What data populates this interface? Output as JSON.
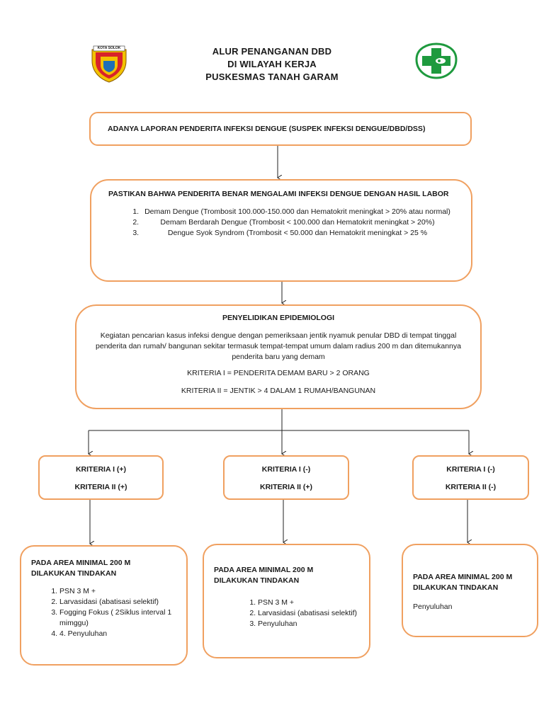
{
  "header": {
    "title_lines": [
      "ALUR PENANGANAN DBD",
      "DI WILAYAH KERJA",
      "PUSKESMAS TANAH GARAM"
    ],
    "logo_left": {
      "text": "KOTA SOLOK",
      "icon": "kota-solok-crest-icon"
    },
    "logo_right": {
      "icon": "puskesmas-cross-icon"
    }
  },
  "step1": {
    "text": "ADANYA LAPORAN PENDERITA INFEKSI DENGUE (SUSPEK INFEKSI DENGUE/DBD/DSS)"
  },
  "step2": {
    "heading": "PASTIKAN BAHWA PENDERITA BENAR MENGALAMI INFEKSI DENGUE DENGAN HASIL LABOR",
    "items": [
      "Demam Dengue (Trombosit 100.000-150.000 dan Hematokrit meningkat > 20% atau normal)",
      "Demam Berdarah Dengue (Trombosit < 100.000 dan Hematokrit  meningkat > 20%)",
      "Dengue Syok Syndrom (Trombosit < 50.000 dan Hematokrit meningkat > 25 %"
    ]
  },
  "step3": {
    "heading": "PENYELIDIKAN EPIDEMIOLOGI",
    "description": "Kegiatan pencarian kasus infeksi dengue dengan pemeriksaan jentik nyamuk penular DBD di tempat tinggal penderita dan rumah/ bangunan sekitar termasuk tempat-tempat umum dalam radius 200 m dan ditemukannya penderita baru yang demam",
    "criteria_1": "KRITERIA I = PENDERITA DEMAM BARU > 2 ORANG",
    "criteria_2": "KRITERIA II = JENTIK > 4 DALAM 1 RUMAH/BANGUNAN"
  },
  "branches": [
    {
      "criteria_1": "KRITERIA I (+)",
      "criteria_2": "KRITERIA II (+)",
      "action_heading": "PADA AREA MINIMAL 200 M DILAKUKAN TINDAKAN",
      "actions": [
        "PSN 3 M +",
        "Larvasidasi (abatisasi selektif)",
        "Fogging Fokus ( 2Siklus interval 1 mimggu)",
        "4. Penyuluhan"
      ]
    },
    {
      "criteria_1": "KRITERIA I (-)",
      "criteria_2": "KRITERIA II (+)",
      "action_heading": "PADA AREA MINIMAL 200 M DILAKUKAN TINDAKAN",
      "actions": [
        "PSN 3 M +",
        "Larvasidasi (abatisasi selektif)",
        "Penyuluhan"
      ]
    },
    {
      "criteria_1": "KRITERIA I (-)",
      "criteria_2": "KRITERIA II (-)",
      "action_heading": "PADA AREA MINIMAL 200 M DILAKUKAN TINDAKAN",
      "action_text": "Penyuluhan"
    }
  ],
  "colors": {
    "box_border": "#f0a060",
    "arrow": "#222222",
    "crest_red": "#d8232a",
    "crest_yellow": "#f2c200",
    "cross_green": "#1e9a3e"
  }
}
